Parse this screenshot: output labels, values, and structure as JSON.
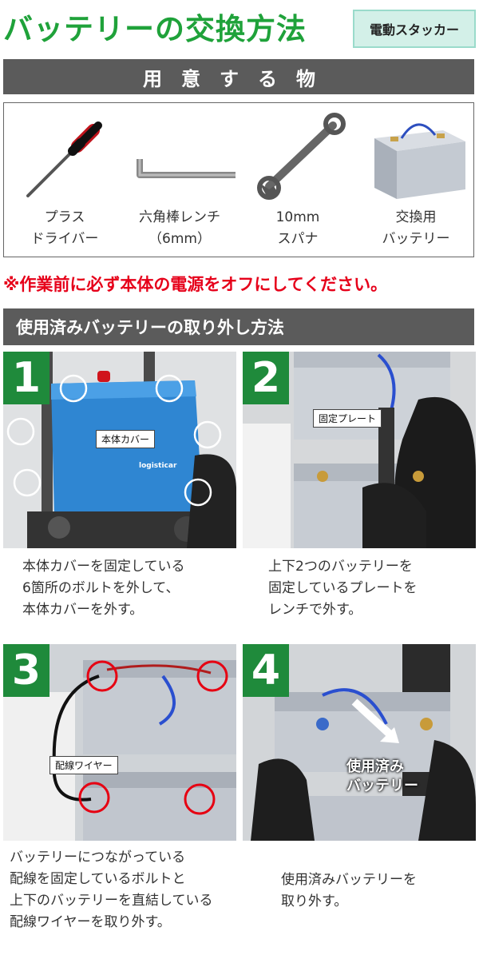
{
  "header": {
    "title": "バッテリーの交換方法",
    "badge": "電動スタッカー"
  },
  "preparation": {
    "heading": "用意する物",
    "tools": [
      {
        "label": "プラス\nドライバー",
        "icon": "screwdriver-icon"
      },
      {
        "label": "六角棒レンチ\n（6mm）",
        "icon": "hex-key-icon"
      },
      {
        "label": "10mm\nスパナ",
        "icon": "wrench-icon"
      },
      {
        "label": "交換用\nバッテリー",
        "icon": "battery-icon"
      }
    ]
  },
  "warning": "※作業前に必ず本体の電源をオフにしてください。",
  "removal": {
    "heading": "使用済みバッテリーの取り外し方法",
    "steps": [
      {
        "number": "1",
        "callout": "本体カバー",
        "brand": "logisticar",
        "caption": "本体カバーを固定している\n6箇所のボルトを外して、\n本体カバーを外す。"
      },
      {
        "number": "2",
        "callout": "固定プレート",
        "caption": "上下2つのバッテリーを\n固定しているプレートを\nレンチで外す。"
      },
      {
        "number": "3",
        "callout": "配線ワイヤー",
        "caption": "バッテリーにつながっている\n配線を固定しているボルトと\n上下のバッテリーを直結している\n配線ワイヤーを取り外す。"
      },
      {
        "number": "4",
        "callout_lines": [
          "使用済み",
          "バッテリー"
        ],
        "caption": "使用済みバッテリーを\n取り外す。"
      }
    ]
  },
  "colors": {
    "title_green": "#1fa23a",
    "step_green": "#1f8a3b",
    "band_gray": "#5b5b5b",
    "warning_red": "#e6001a",
    "marker_red": "#e60012"
  }
}
